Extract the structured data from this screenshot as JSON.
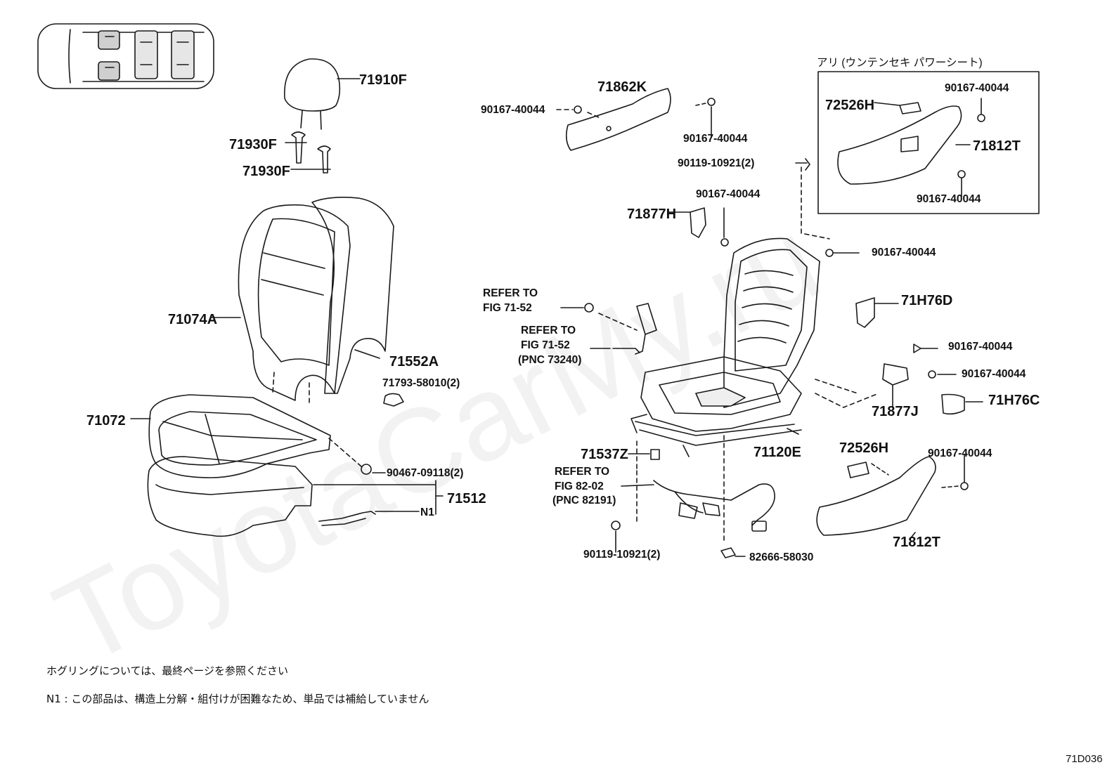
{
  "inset_title": "アリ (ウンテンセキ パワーシート)",
  "labels": {
    "p71910F": "71910F",
    "p71930F_a": "71930F",
    "p71930F_b": "71930F",
    "p71074A": "71074A",
    "p71552A": "71552A",
    "p71793": "71793-58010(2)",
    "p71072": "71072",
    "p90467": "90467-09118(2)",
    "p71512": "71512",
    "pN1": "N1",
    "p71862K": "71862K",
    "p90167_a": "90167-40044",
    "p90167_b": "90167-40044",
    "p90119_a": "90119-10921(2)",
    "p71877H": "71877H",
    "p90167_c": "90167-40044",
    "p90167_d": "90167-40044",
    "refer1_l1": "REFER TO",
    "refer1_l2": "FIG 71-52",
    "refer2_l1": "REFER TO",
    "refer2_l2": "FIG 71-52",
    "refer2_l3": "(PNC 73240)",
    "p71H76D": "71H76D",
    "p90167_e": "90167-40044",
    "p90167_f": "90167-40044",
    "p71877J": "71877J",
    "p71H76C": "71H76C",
    "p71537Z": "71537Z",
    "p71120E": "71120E",
    "refer3_l1": "REFER TO",
    "refer3_l2": "FIG 82-02",
    "refer3_l3": "(PNC 82191)",
    "p90119_b": "90119-10921(2)",
    "p82666": "82666-58030",
    "p72526H_a": "72526H",
    "p90167_g": "90167-40044",
    "p71812T_a": "71812T",
    "p90167_h": "90167-40044",
    "p72526H_b": "72526H",
    "p90167_i": "90167-40044",
    "p71812T_b": "71812T"
  },
  "notes": {
    "line1": "ホグリングについては、最終ページを参照ください",
    "line2": "N1 : この部品は、構造上分解・組付けが困難なため、単品では補給していません"
  },
  "figure_code": "71D036",
  "watermark": "ToyotaCarMy.ru"
}
